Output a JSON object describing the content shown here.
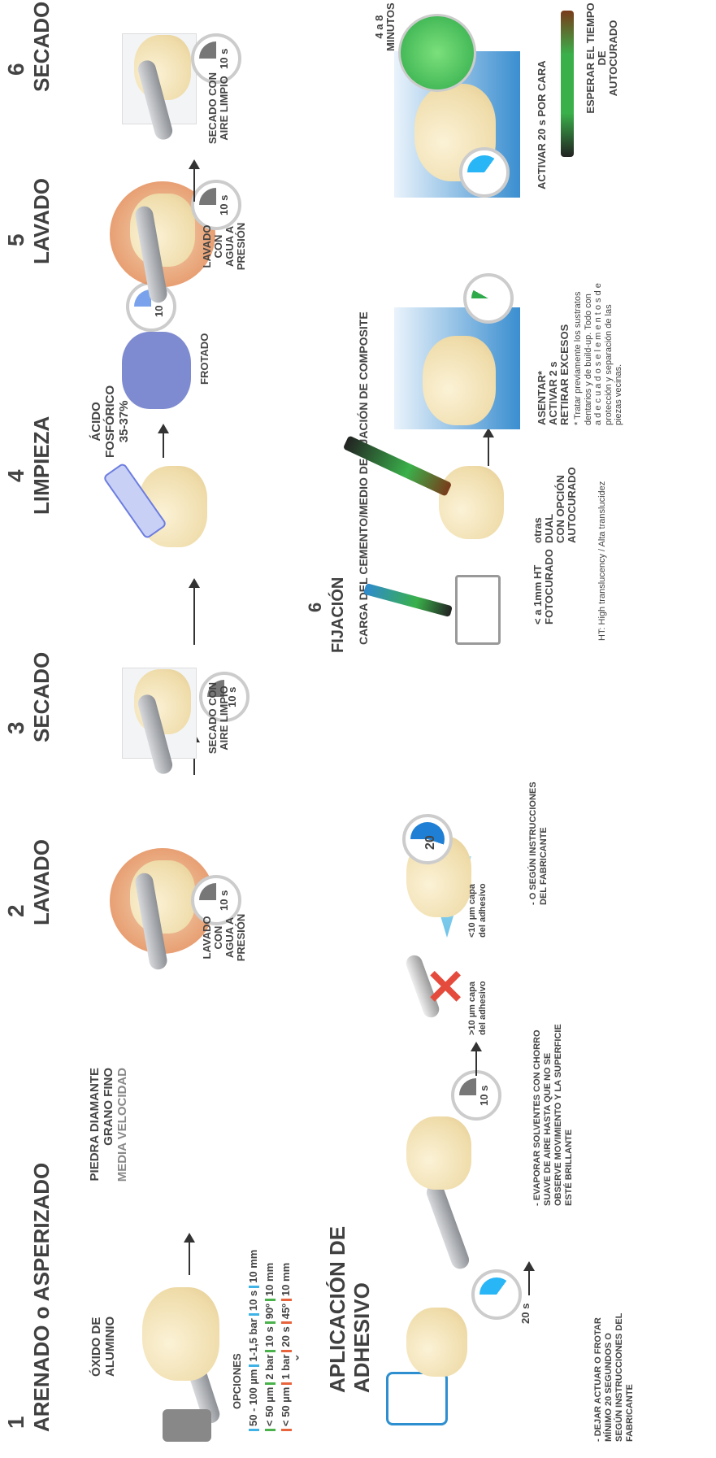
{
  "steps": [
    {
      "number": "1",
      "title": "ARENADO o ASPERIZADO"
    },
    {
      "number": "2",
      "title": "LAVADO"
    },
    {
      "number": "3",
      "title": "SECADO"
    },
    {
      "number": "4",
      "title": "LIMPIEZA"
    },
    {
      "number": "5",
      "title": "LAVADO"
    },
    {
      "number": "6",
      "title": "SECADO"
    }
  ],
  "step1": {
    "material": [
      "ÓXIDO DE",
      "ALUMINIO"
    ],
    "alt": [
      "PIEDRA DIAMANTE",
      "GRANO FINO"
    ],
    "alt_speed": "MEDIA VELOCIDAD",
    "options_label": "OPCIONES",
    "options": [
      {
        "color": "#3fb2e6",
        "text": [
          "50 - 100 µm",
          "1-1,5  bar",
          "10 s",
          "10 mm"
        ]
      },
      {
        "color": "#49b24a",
        "text": [
          "< 50  µm",
          "2 bar",
          "10 s",
          "90º",
          "10 mm"
        ]
      },
      {
        "color": "#e8643c",
        "text": [
          "< 50 µm",
          "1 bar",
          "20 s",
          "45º",
          "10 mm"
        ]
      }
    ],
    "chevron": "ˇ"
  },
  "step2": {
    "caption": [
      "LAVADO CON",
      "AGUA  A",
      "PRESIÓN"
    ],
    "timer": "10 s"
  },
  "step3": {
    "caption": [
      "SECADO CON",
      "AIRE LIMPIO"
    ],
    "timer": "10 s"
  },
  "step4": {
    "acid": [
      "ÁCIDO",
      "FOSFÓRICO",
      "35-37%"
    ],
    "caption": "FROTADO",
    "timer": "10 s"
  },
  "step5": {
    "caption": [
      "LAVADO CON",
      "AGUA  A",
      "PRESIÓN"
    ],
    "timer": "10 s"
  },
  "step6": {
    "caption": [
      "SECADO CON",
      "AIRE LIMPIO"
    ],
    "timer": "10 s"
  },
  "adhesive": {
    "title": [
      "APLICACIÓN DE",
      "ADHESIVO"
    ],
    "text1": [
      "-  DEJAR  ACTUAR  O  FROTAR",
      "MÍNIMO  20  SEGUNDOS  O",
      "SEGÚN  INSTRUCCIONES  DEL",
      "FABRICANTE"
    ],
    "timer1": "20 s",
    "text2": [
      "-  EVAPORAR  SOLVENTES  CON  CHORRO",
      "SUAVE  DE  AIRE  HASTA  QUE  NO  SE",
      "OBSERVE  MOVIMIENTO  Y  LA  SUPERFICIE",
      "ESTÉ BRILLANTE"
    ],
    "timer2": "10 s",
    "bad": [
      ">10   µm  capa",
      "del adhesivo"
    ],
    "good": [
      "<10   µm  capa",
      "del adhesivo"
    ],
    "timer3": "20",
    "text3": [
      "-  O   SEGÚN   INSTRUCCIONES",
      "DEL FABRICANTE"
    ]
  },
  "fixation": {
    "number": "6",
    "title": "FIJACIÓN",
    "subtitle": "CARGA DEL CEMENTO/MEDIO DE FIJACIÓN DE COMPOSITE",
    "col1": [
      "< a 1mm HT",
      "FOTOCURADO"
    ],
    "col2": [
      "otras",
      "DUAL",
      "CON OPCIÓN",
      "AUTOCURADO"
    ],
    "ht_note": "HT: High translucency / Alta translucidez",
    "seat": [
      "ASENTAR*",
      "ACTIVAR 2 s",
      "RETIRAR EXCESOS"
    ],
    "note": [
      "* Tratar previamente los sustratos",
      "dentarios y de build-up. Todo con",
      "a d e c u a d o s   e l e m e n t o s   d e",
      "protección   y   separación   de   las",
      "piezas vecinas."
    ],
    "activate": "ACTIVAR 20 s POR CARA",
    "minutes": [
      "4 a 8",
      "MINUTOS"
    ],
    "wait": [
      "ESPERAR EL TIEMPO DE",
      "AUTOCURADO"
    ]
  }
}
